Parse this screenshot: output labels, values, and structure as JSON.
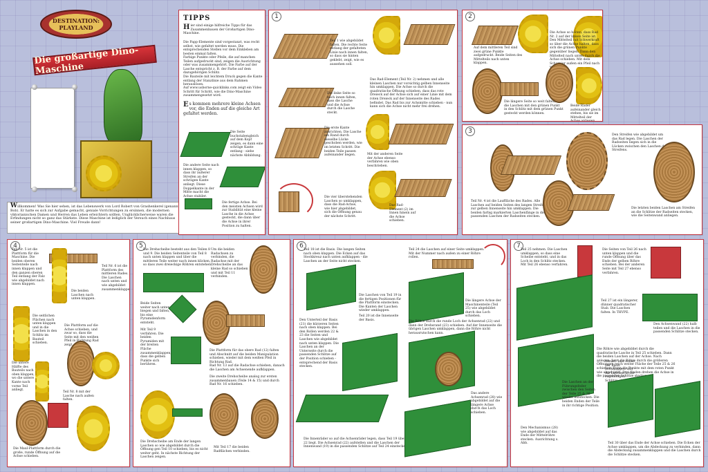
{
  "logo": {
    "text": "DESTINATION: PLAYLAND"
  },
  "title_banner": {
    "text": "Die großartige Dino-Maschine"
  },
  "intro": {
    "initial": "W",
    "text": "illkommen! Was Sie hier sehen, ist das Lebenswerk von Lord Robert von Grashenkerel (genannt Bob). Er hatte es sich zur Aufgabe gemacht, geniale Vorrichtungen zu ersinnen, die modernen viktorianischen Damen und Herren das Leben erleichtern sollten. Unglücklicherweise waren die Erfindungen nicht so ganz das Stärkste. Diese Maschine ist lediglich der Versuch eines Nachbaus seiner großartigen Dino-Maschine. Viel Freude dann!"
  },
  "tips": {
    "title": "TIPPS",
    "p1_initial": "H",
    "p1": "ier sind einige hilfreiche Tipps für das Zusammenbauen der Großartigen Dino-Maschine.",
    "p2": "Die Papp-Elemente sind vorgestanzt, was recht selbst, wie gefaltet werden muss. Die entsprechenden Stellen vor dem Einkleben am besten einmal falten.",
    "p3": "Farbige Punkte oder Pfeile, die auf manchen Teilen aufgedruckt sind, zeigen die Ausrichtung oder was zusammengehört. Die Farbe auf der Lasche entspricht z. B. der Farbe auf dem dazugehörigen Schlitz.",
    "p4": "Die Bauteile mit leichtem Druck gegen die Kante entlang der Stanzlinie aus dem Rahmen herauslösen.",
    "p5": "Auf www.usborne-quicklinks.com zeigt ein Video Schritt für Schritt, wie die Dino-Maschine zusammengesetzt wird.",
    "p6_initial": "E",
    "p6": "s kommen mehrere kleine Achsen vor, die Enden auf die gleiche Art gefaltet werden.",
    "s1": "Die Seite buchstabengleich auf dem Kopf zeigen, es dann eine schräge Kante entlang - siehe nächste Abbildung.",
    "s2": "Die andere Seite nach innen klappen, so dass ihr äußerer Streifen an der schrägen Kante anliegt. Diese Doppelkante in der Mitte macht die Achse stabiler.",
    "s3": "Die fertige Achse. Bei den meisten Achsen wird zur Stabilität eine kleine Lasche in die Achse gesteckt, die dann über die Achse in ihrer Position zu halten."
  },
  "panels": {
    "p1": {
      "num": "1",
      "a": "Teil 1 wie abgebildet falten. Die rechte Seite entlang der gefalteten Linie nach innen falten, so dass sie hinten geklebt, zeigt, wie es aussehen soll.",
      "b": "Die linke Seite so nach innen falten, dass die Lasche und die Achse durch die Lasche steckt.",
      "c": "Die erste Kante ausrichten. Die Lasche am Rand durch dieselbe Lücke geschoben werden, wie im letzten Schritt. Die beiden Teile passen aufeinander liegen.",
      "d": "Das Rad-Element (Teil Nr. 2) nehmen und alle kleinen Laschen nur vorsichtig gelben Innenseite hin umklappen. Die Achse so durch die quadratische Öffnung schieben, dass das rote Dreieck auf der Achse sich auf einer Linie mit dem roten Dreieck auf der Innenseite des Rades befindet. Das Rad bis zur Achsmitte schieben - nun kann sich die Achse nicht mehr frei drehen.",
      "e": "Mit der anderen Seite der Achse ebenso verfahren wie oben beschrieben.",
      "f": "Die vier überstehenden Laschen so umklappen, dass die Rad-Achse, wie hier abgebildet, sich die Öffnung genau der nächste Schritt.",
      "g": "Das Rad-Element (2) im Innen hinein auf die Achse schieben."
    },
    "p2": {
      "num": "2",
      "a": "Auf dem mittleren Teil sind zwei grüne Punkte aufgedruckt. Beide Seiten des Mittelteils nach unten klappen.",
      "b": "Die Achse so halten, dass Rad Nr. 2 auf der linken Seite ist. Den Mittelteil mit Schwerkraft so über die Achse halten, dass sich die grünen Punkte gegenüber liegen. Dann den Mittelteil nach unten durch die Achse schieben. Mit dem Scharnier außen ein Pfeil nach vorne.",
      "c": "Die längere Seite so weit falten, bis die Laschen mit den grünen Punkt in den Schlitz mit dem grünen Punkt gesteckt werden können.",
      "d": "Beide Räder aufeinander gleich stehen, bis sie im Mittelteil der Achse anliegen."
    },
    "p3": {
      "num": "3",
      "a": "Teil Nr. 4 ist die Lauffläche des Rades. Alle Laschen auf beiden Seiten des langen Streifens zur gelben Innenseite hin umklappen. Die beiden farbig markierten Laschenfänge in die passenden Laschen der Radseiten stecken.",
      "b": "Den Streifen wie abgebildet um das Rad legen. Die Laschen der Radseiten liegen sich in die Lücken zwischen den Laschen des Streifens.",
      "c": "Die letzten beiden Laschen am Streifen an die Schlitze der Radseiten stecken, wie die Seitenwand anliegen."
    },
    "p4": {
      "num": "4",
      "a": "Teil Nr. 5 ist die Plattform für die Maschine. Die beiden oberen Seitenteile nach innen klappen und den ganzen oberen Teil entlang der Falz wie abgebildet nach innen klappen.",
      "b": "Teil Nr. 6 ist die Plattform des mittleren Rades. Die Laschen nach unten und wie abgebildet zusammenklappen.",
      "c": "Die beiden Laschen nach unten klappen.",
      "d": "Die seitlichen Flächen nach unten klappen und in die Laschen in den Schlitz im Bauteil schieben.",
      "e": "Die Plattform auf die Achse schieben, und zwar so, dass die Seite mit den weißen Pfeil in Richtung Rad zeigt.",
      "f": "Die untere Hälfte des Bauteils nach oben klappen, wo die untere Kante nach vorne Teil anliegt.",
      "g": "Teil Nr. 8 mit der Lasche nach außen falten.",
      "h": "Die Maul-Plattform durch die große, runde Öffnung auf die Achse schieben."
    },
    "p5": {
      "num": "5",
      "a": "Die Drehscheibe besteht aus den Teilen 8 und 9. Die beiden Seitenteile von Teil 8 nach unten klappen und über die mittleren Teile weiter nach innen klicken, so dass zwei dreieckige Röhren entstehen.",
      "b": "Beide Seiten weiter nach unten biegen und falten, bis eine Pyramidenform entsteht.",
      "c": "Mit Teil 9 verfahren. Die beiden Pyramiden mit der breiten Fläche zusammenklappen, dass die gelben Punkte sich berühren.",
      "d": "Die Drehscheibe am Ende der langen Laschen so wie abgebildet durch die Öffnung gen Teil 10 schieben, bis es nicht weiter geht. In nächste Richtung der Laschen zeigen.",
      "e": "Um die beiden Radachsen zu verbinden, die Radachse mit der Drehscheibe an das kleine Rad so schieben und mit Teil 11 verbinden.",
      "f": "Die Plattform für das obere Rad (12) falten und Abschnitt auf die beiden Manipulation schieben, wieder mit dem weißen Pfeil in Richtung Rad.",
      "g": "Rad Nr. 13 auf die Radachse schieben, danach die Laschen am Achsenende aufklappen.",
      "h": "Die zweite Drehscheibe analog zur ersten zusammenbauen (Teile 14 & 15) und durch Rad Nr. 16 schieben.",
      "i": "Mit Teil 17 die beiden Radflächen verbinden."
    },
    "p6": {
      "num": "6",
      "a": "Teil 18 ist die Basis. Die langen Seiten nach oben klappen. Die Ecken auf das Steckkreuz nach unten aufklappen - die Laschen an der Seite nicht stecken.",
      "b": "Den Unterteil der Basis (21) die kürzeren Seiten nach oben klappen. Bei den Rollen werden 22 & 23 die Seiten und Laschen wie abgebildet nach unten klappen. Die Laschen an der Unterseite durch die passenden Schlitze auf der Position schieben - entsprechend der Basis stecken.",
      "c": "Die Laschen von Teil 19 in die fertigen Positionen für die Plattform einstecken. Die Kanten der Laschen wieder umklappen.",
      "d": "Teil 20 ist die Innenseite der Basis.",
      "e": "Teil 24 die Laschen auf einer Seite umklappen. Mit der Nummer nach außen zu einer Röhre rollen.",
      "f": "Die Röhre durch die runde Loch der Achsenrad (22) und dann der Drehsrand (23) schieben. Auf der Innenseite die übrigen Laschen umklappen, dann die Röhre nicht herausrutschen kann.",
      "g": "Die längere Achse der Maschinenteile (Teil 25) wie abgebildet durch das Loch schieben.",
      "h": "Das andere Achsenrad (28) wie abgebildet auf die längere Achse durch das Loch schieben.",
      "i": "Die Innenräder so auf die Achsenräder legen, dass Teil 19 über Teil 22 liegt. Die Achsenrad (22) aufstellen und die Laschen der Innenwand (19) in die passenden Schlitze auf Teil 24 einstecken."
    },
    "p7": {
      "num": "7",
      "a": "Teil 25 nehmen. Die Laschen umklappen, so dass eine Scheibe entsteht, und in das Loch in den Schlitz stecken. Mit Teil 26 ebenso verfahren.",
      "b": "Die Seiten von Teil 26 nach unten klappen und die runde Öffnung über das Ende der gelben Röhre schieben. Bei der anderen Seite mit Teil 27 ebenso verfahren.",
      "c": "Teil 27 ist ein längerer, dünner quadratischer Stab. Die Laschen falten. In THVPE.",
      "d": "Die Röhre wie abgebildet durch die quadratische Lasche in Teil 25 schieben. Dann die beiden Laschen auf der Achse. Nach anlegen. Jetzt die Röhre durch die größeren Öffnungen reich weiter Fläche der Teile 25 & 26 schieben. Dann die Punkte mit dem roten Punkt wie abgebildet. Drei Enden drehen die Achse in die passenden Schlitze stecken.",
      "e": "Den Achsenwand (22) halb teilen und die Laschen in die passenden Schlitze stecken.",
      "f": "Vorder- und Achse der Basis hochklappen und die Laschen in die zugehörigen Schlitze stecken.",
      "g": "Die Laschen an der Führungsfeder zwischen den Seiten der Teile 25 & 26 wieder aufstecken. Die beiden Enden der Teile in ihr richtige Position.",
      "h": "Den Mechanismus (28) wie abgebildet auf das Ende der Mittelröhre stecken. Ausrichtung s. Abb.",
      "i": "Teil 30 über das Ende der Achse schieben. Die Ecken der Achse umklappen, um die Abdeckung zu verbinden, dann die Abdeckung zusammenklappen und die Laschen durch die Schlitze stecken."
    }
  },
  "colors": {
    "background": "#b9bfdc",
    "border": "#c4343f",
    "banner": "#c8303a",
    "gear_yellow": "#e8c815",
    "wood": "#b78a52",
    "green": "#2f8f3a"
  }
}
